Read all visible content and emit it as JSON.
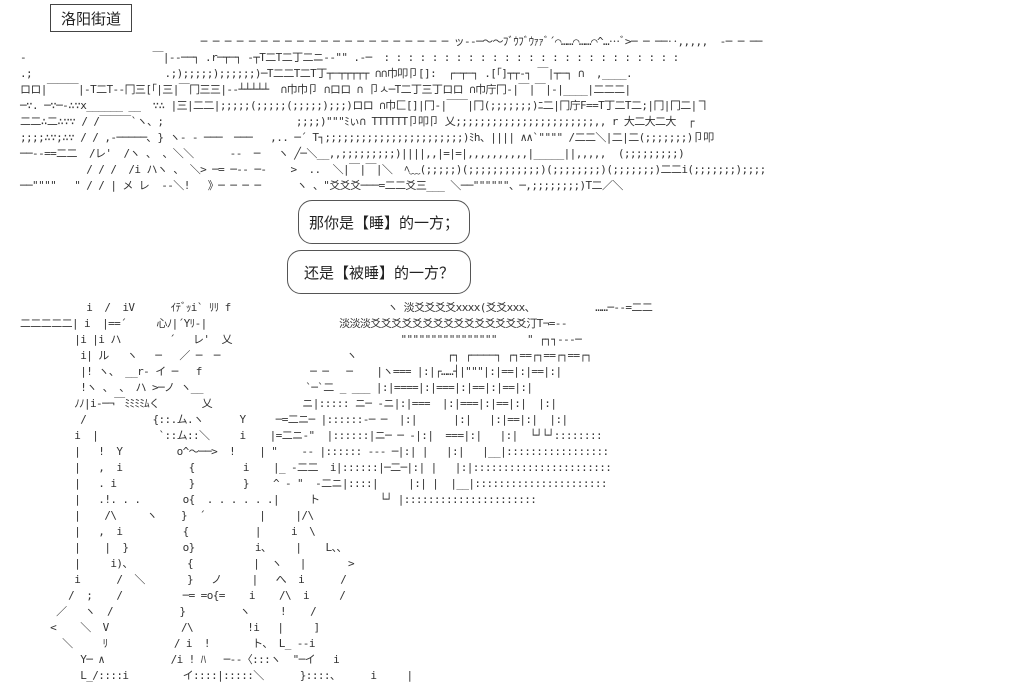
{
  "title": "洛阳街道",
  "dialogue": [
    "那你是【睡】的一方；",
    "还是【被睡】的一方？"
  ],
  "ascii_art": [
    "                              ─ ─ ─ ─ ─ ─ ─ ─ ─ ─ ─ ─ ─ ─ ─ ─ ─ ─ ─ ─ ─ ッ--─〜〜ﾌﾞｳﾌﾞｳｧｧﾞ´⌒……⌒……⌒^……ﾞ>─ ─ ──‥,,,,,  -─ ─ ──",
    "-                     ￣|--──┐ .r─┬─┐ -┬T二T二丁二ニ-‐\"\" .‐─  : : : : : : : : : : : : : : : : : : : : : : : : :",
    ".;                      .;);;;;;);;;;;;)─T二二T二T丁┬─┬┬┬┬┬ ∩∩巾叩卩[]:  ┌─┬─┐ .[「]┬┬-┐ ￣|┬─┐ ∩  ,____. ",
    "ロロ|￣￣￣|-T二T--冂三[「|三|￣冂三三|--┴┴┴┴┴  ∩巾巾卩 ∩ロロ ∩ 卩ㅅ─T二丁三丁ロロ ∩巾庁冂-|￣|￣|-|____|二二二|",
    "─∵. ─∵─-∴∵x______ __  ∵∴ |三|二二|;;;;;(;;;;;(;;;;;);;;)ロロ ∩巾匚[]|冂-|￣￣|冂(;;;;;;;)ﾆ二|冂庁F==T丁二T二;|冂|冂二|ヿ",
    "二二∴二∴∵∵ / /￣￣￣`ヽ、;                      ;;;;)\"\"\"ﾐぃ∩ TTTTTT卩叩卩 乂;;;;;;;;;;;;;;;;;;;;;;;,, r 大二大二大  ┌",
    ";;;;∴∵;∴∵ / / ,-─────､ } ヽ- - ───  ───   ,.. ─´ T┐;;;;;;;;;;;;;;;;;;;;;;;)ﾐh、|||| ∧∧`\"\"\"\" /二二＼|二|二(;;;;;;;)卩叩",
    "──--==二二  /レ'  /ヽ 、 、＼＼      --  ─   ヽ ╱─＼__,,;;;;;;;;;)||||,,|=|=|,,,,,,,,,,|_____||,,,,,  (;;;;;;;;;)",
    "           / / /  /i ハヽ 、 ＼> ─= ─-- ─-    >  ..  ＼|￣|￣|＼  ﾍ﹏(;;;;;)(;;;;;;;;;;;;)(;;;;;;;;)(;;;;;;;)二二i(;;;;;;;);;;;",
    "──\"\"\"\"   \" / / | メ レ  --＼!   》─ ─ ─ ─      ヽ 、\"爻爻爻───=二二爻三___ ＼──\"\"\"\"\"\"、─,;;;;;;;;)T二／＼",
    "           i  /  iV      ｲﾃﾞｯi` ﾘﾘ f                          ヽ 淡爻爻爻爻xxxx(爻爻xxx、          ……─--=二二",
    "二二二二二| i  |==´     心ﾉ|´Yﾘ-|                      淡淡淡爻爻爻爻爻爻爻爻爻爻爻爻爻爻爻汀T¬=--",
    "         |i |i ハ        ´   レ'  乂                            \"\"\"\"\"\"\"\"\"\"\"\"\"\"\"\"     \" ┌┐┐---─",
    "          i| ル   ヽ   ─   ／ ─  ─                     ヽ               ┌┐ ┌────┐ ┌┐==┌┐==┌┐==┌┐",
    "          |! ヽ、 __r- イ ─   f                  ─ ─   ─    |ヽ=== |:|┌……┤|\"\"\"|:|==|:|==|:|",
    "          !ヽ 、 、 ハ >─ノ ヽ__                 `─`二 _ ___ |:|====|:|===|:|==|:|==|:|",
    "         ﾉﾉ|i-─¬￣ﾐﾐﾐﾐﾑく       乂               ニ|::::: ニ─ -ニ|:|===  |:|===|:|==|:|  |:|",
    "          /           {::.ム.ヽ      Y     ─=二ニ─ |::::::-─ ─  |:|      |:|   |:|==|:|  |:|",
    "         i  |          `::ム::＼     i    |=二ニ-\"  |::::::|ニ─ ─ -|:|  ===|:|   |:|  └┘└┘::::::::",
    "         |   !  Y         o^〜──>  !    | \"    -- |:::::: --- ─|:| |   |:|   |__|:::::::::::::::::",
    "         |   ,  i           {        i    |_ -二二  i|::::::|─二─|:| |   |:|:::::::::::::::::::::::",
    "         |   . i            }        }    ^ - \"  -二ニ|::::|     |:| |  |__|::::::::::::::::::::::",
    "         |   .!. . .       o{  . . . . . .|     ト          └┘ |::::::::::::::::::::::",
    "         |    /\\     ヽ    }  ´         |     |/\\",
    "         |   ,  i          {           |     i  \\",
    "         |    |  }         o}          i、    |    L、、",
    "         |     i)、         {          |  ヽ   |       >",
    "         i      /  ＼       }   ノ     |   へ  i      /",
    "        /  ;    /          ─= =o{=    i    /\\  i     /",
    "      ／   ヽ  /           }         ヽ     !    /",
    "     <    ＼  V            /\\         !i   |     ]",
    "       ＼     ﾘ           / i  !       ト、 L_ --i",
    "          Y─ ∧           /i ! ﾊ   ─--〈:::ヽ  \"─イ   i",
    "          L_/::::i         イ::::|:::::＼      }::::、     i     |"
  ],
  "colors": {
    "background": "#ffffff",
    "ink": "#333333"
  }
}
